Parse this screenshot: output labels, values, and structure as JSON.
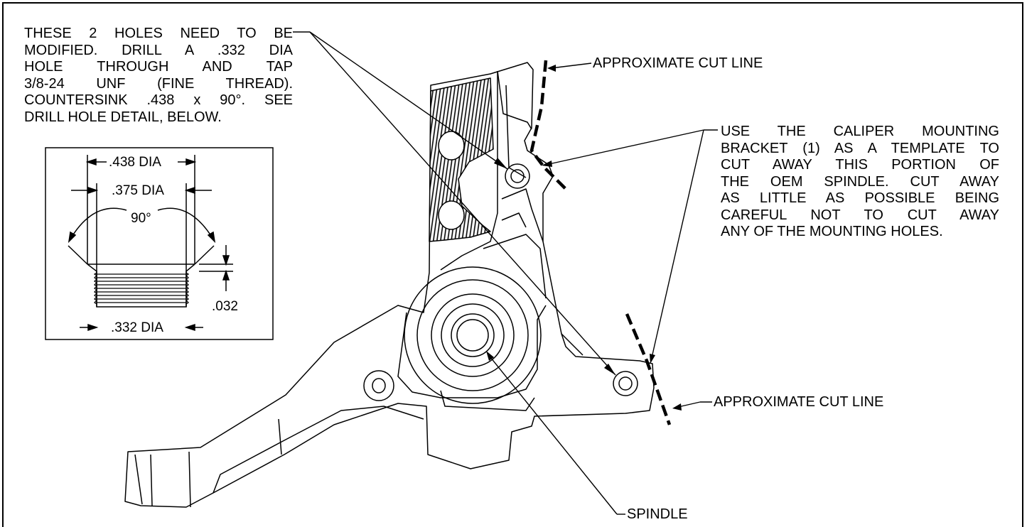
{
  "notes": {
    "holes_note": [
      "THESE 2 HOLES NEED TO BE",
      "MODIFIED.  DRILL A .332 DIA",
      "HOLE  THROUGH  AND  TAP",
      "3/8-24  UNF  (FINE  THREAD).",
      "COUNTERSINK .438 x 90°.  SEE",
      "DRILL HOLE DETAIL, BELOW."
    ],
    "caliper_note": [
      "USE  THE  CALIPER  MOUNTING",
      "BRACKET (1) AS A TEMPLATE TO",
      "CUT  AWAY  THIS  PORTION  OF",
      "THE  OEM  SPINDLE.   CUT  AWAY",
      "AS LITTLE AS POSSIBLE BEING",
      "CAREFUL  NOT  TO  CUT  AWAY",
      "ANY OF THE MOUNTING HOLES."
    ]
  },
  "labels": {
    "cut_line_top": "APPROXIMATE CUT LINE",
    "cut_line_bottom": "APPROXIMATE CUT LINE",
    "spindle": "SPINDLE"
  },
  "detail": {
    "dia_438": ".438 DIA",
    "dia_375": ".375 DIA",
    "angle": "90°",
    "depth": ".032",
    "dia_332": ".332 DIA"
  }
}
